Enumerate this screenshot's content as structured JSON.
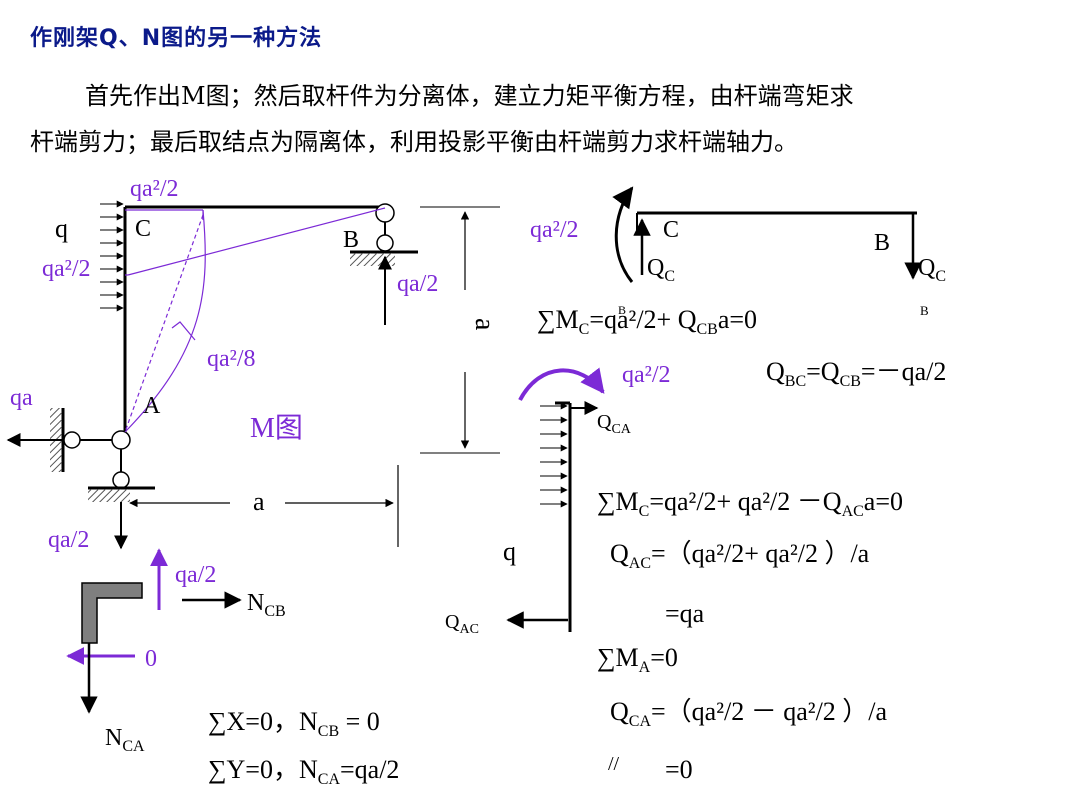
{
  "title": "作刚架Q、N图的另一种方法",
  "intro": {
    "line1": "首先作出M图；然后取杆件为分离体，建立力矩平衡方程，由杆端弯矩求",
    "line2": "杆端剪力；最后取结点为隔离体，利用投影平衡由杆端剪力求杆端轴力。"
  },
  "frame": {
    "load": "q",
    "node_c": "C",
    "node_b": "B",
    "node_a": "A",
    "moment_top": "qa²/2",
    "moment_left": "qa²/2",
    "moment_mid": "qa²/8",
    "react_b": "qa/2",
    "react_a_h": "qa",
    "react_a_v": "qa/2",
    "dim_vertical": "a",
    "dim_horizontal": "a",
    "m_label": "M图"
  },
  "beam_cb": {
    "moment": "qa²/2",
    "node_c": "C",
    "node_b": "B",
    "shear_c": "Q",
    "shear_c_sub": "C",
    "shear_b": "Q",
    "shear_b_sub": "C",
    "stray_b": "B",
    "eq1": "∑M",
    "eq1_sub": "C",
    "eq1_tail": "=qa²/2+ Q",
    "eq1_sub2": "CB",
    "eq1_end": "a=0",
    "stray_mid": "B",
    "eq2": "Q",
    "eq2_sub": "BC",
    "eq2_mid": "=Q",
    "eq2_sub2": "CB",
    "eq2_end": "=－qa/2"
  },
  "column_ca": {
    "moment": "qa²/2",
    "shear_top": "Q",
    "shear_top_sub": "CA",
    "load": "q",
    "shear_bottom": "Q",
    "shear_bottom_sub": "AC",
    "eq3": "∑M",
    "eq3_sub": "C",
    "eq3_tail": "=qa²/2+ qa²/2 －Q",
    "eq3_sub2": "AC",
    "eq3_end": "a=0",
    "eq4": "Q",
    "eq4_sub": "AC",
    "eq4_tail": "=（qa²/2+ qa²/2 ）/a",
    "eq5": "=qa",
    "eq6": "∑M",
    "eq6_sub": "A",
    "eq6_tail": "=0",
    "eq7": "Q",
    "eq7_sub": "CA",
    "eq7_tail": "=（qa²/2 － qa²/2 ）/a",
    "eq8": "=0",
    "mark": "//"
  },
  "joint": {
    "force_up": "qa/2",
    "force_right": "N",
    "force_right_sub": "CB",
    "force_left": "0",
    "force_down": "N",
    "force_down_sub": "CA",
    "eqx": "∑X=0，N",
    "eqx_sub": "CB",
    "eqx_end": " = 0",
    "eqy": "∑Y=0，N",
    "eqy_sub": "CA",
    "eqy_end": "=qa/2"
  },
  "colors": {
    "accent": "#7c2ad6",
    "title": "#0b1a8a",
    "ink": "#000000"
  }
}
